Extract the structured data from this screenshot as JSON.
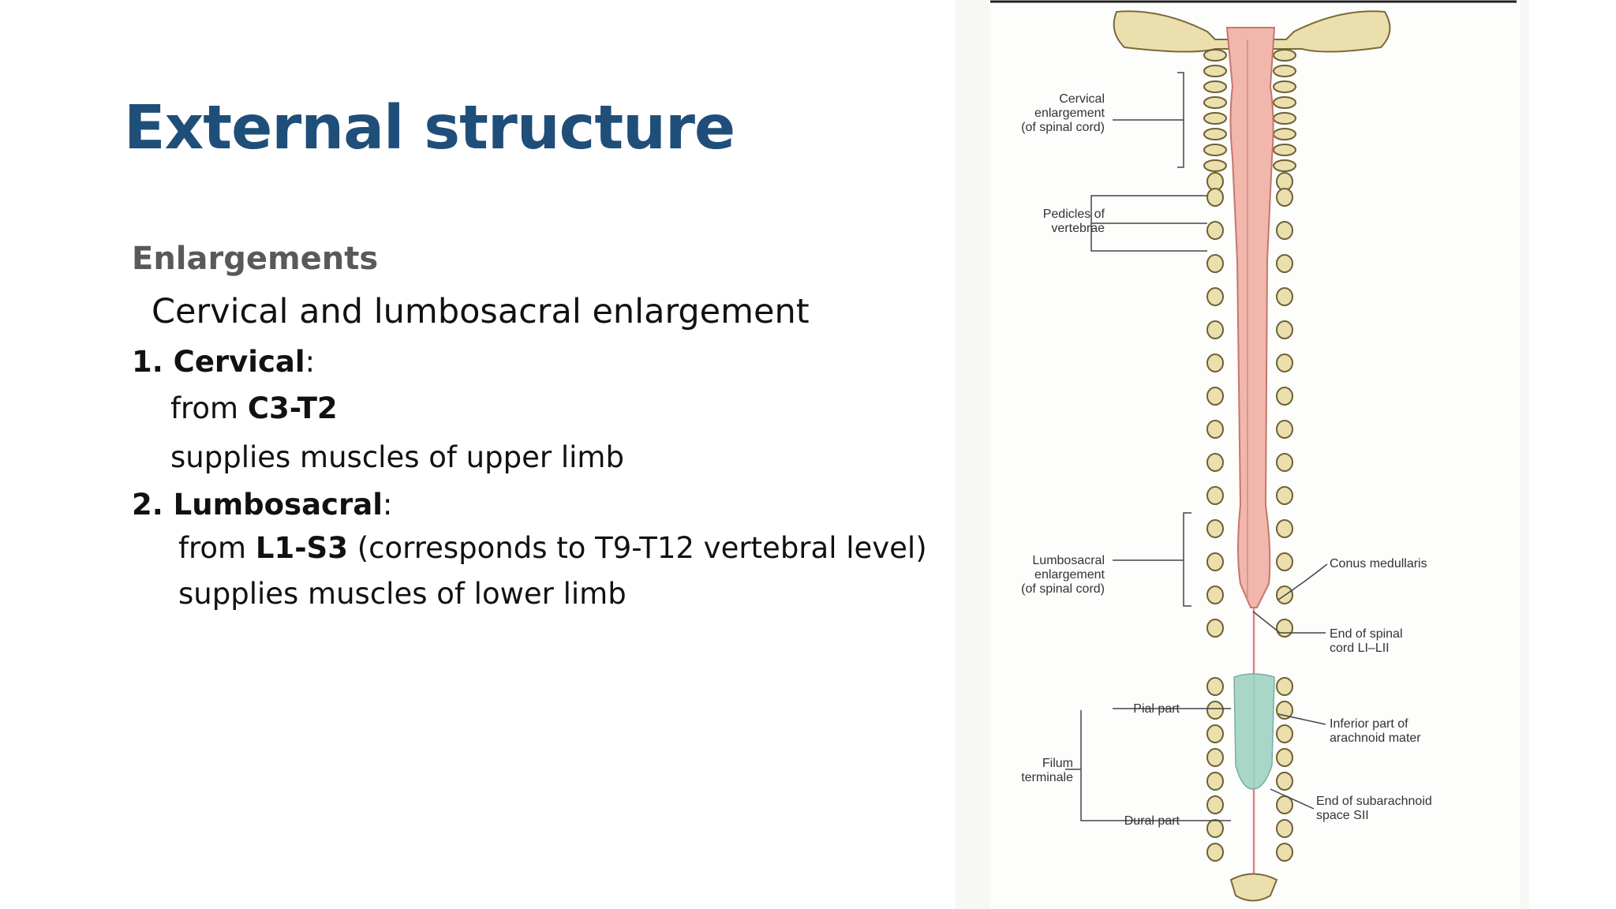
{
  "slide": {
    "title": "External structure",
    "heading": "Enlargements",
    "subheading": "Cervical and lumbosacral enlargement",
    "items": [
      {
        "num_label": "1. Cervical",
        "suffix": ":",
        "lines": [
          {
            "prefix": "from ",
            "bold": "C3-T2",
            "rest": ""
          },
          {
            "prefix": "supplies muscles of upper limb",
            "bold": "",
            "rest": ""
          }
        ]
      },
      {
        "num_label": "2. Lumbosacral",
        "suffix": ":",
        "lines": [
          {
            "prefix": "from ",
            "bold": "L1-S3",
            "rest": " (corresponds to T9-T12 vertebral level)"
          },
          {
            "prefix": "supplies muscles of lower limb",
            "bold": "",
            "rest": ""
          }
        ]
      }
    ]
  },
  "figure": {
    "labels": {
      "cervical_enlargement": [
        "Cervical",
        "enlargement",
        "(of spinal cord)"
      ],
      "pedicles": [
        "Pedicles of",
        "vertebrae"
      ],
      "lumbosacral_enlargement": [
        "Lumbosacral",
        "enlargement",
        "(of spinal cord)"
      ],
      "conus": [
        "Conus medullaris"
      ],
      "end_cord": [
        "End of spinal",
        "cord LI–LII"
      ],
      "pial_part": [
        "Pial part"
      ],
      "inferior_arachnoid": [
        "Inferior part of",
        "arachnoid mater"
      ],
      "filum": [
        "Filum",
        "terminale"
      ],
      "end_subarachnoid": [
        "End of subarachnoid",
        "space SII"
      ],
      "dural_part": [
        "Dural part"
      ]
    },
    "colors": {
      "cord": "#f2b7ac",
      "bone": "#ecdfae",
      "dura_sac": "#9fd3c4",
      "title": "#1f4e79"
    }
  }
}
